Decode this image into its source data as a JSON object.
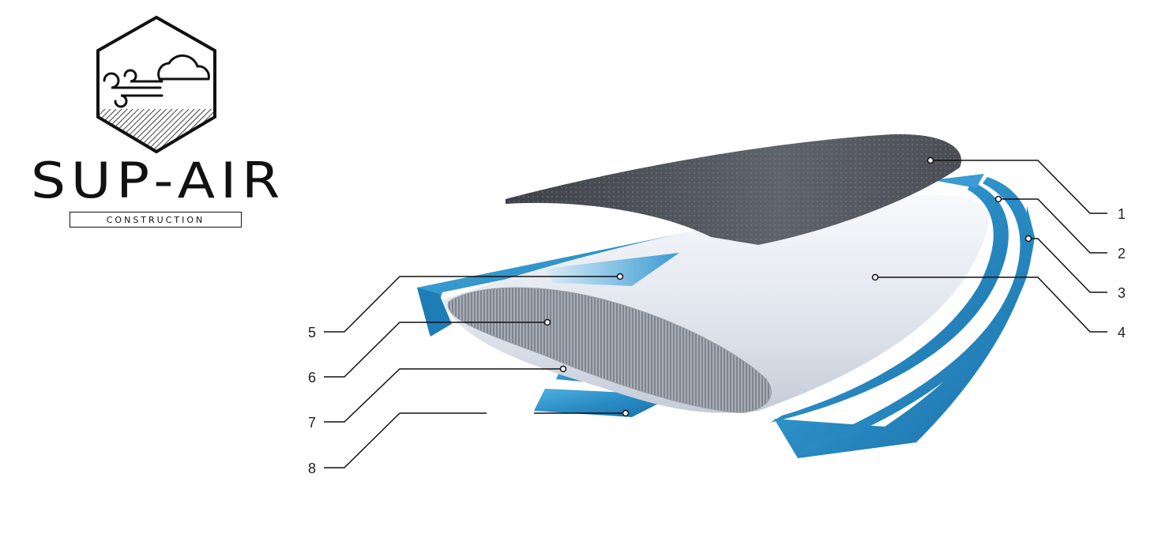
{
  "logo": {
    "icon": "wind-cloud-hexagon-icon",
    "title": "SUP-AIR",
    "subtitle": "CONSTRUCTION"
  },
  "callouts": {
    "c1": "1",
    "c2": "2",
    "c3": "3",
    "c4": "4",
    "c5": "5",
    "c6": "6",
    "c7": "7",
    "c8": "8"
  },
  "colors": {
    "rail_blue": "#2a8cc4",
    "deck_pad": "#5a5e66",
    "core_white": "#e4e8ef",
    "dropstitch": "#b5bac2",
    "line": "#111111"
  }
}
